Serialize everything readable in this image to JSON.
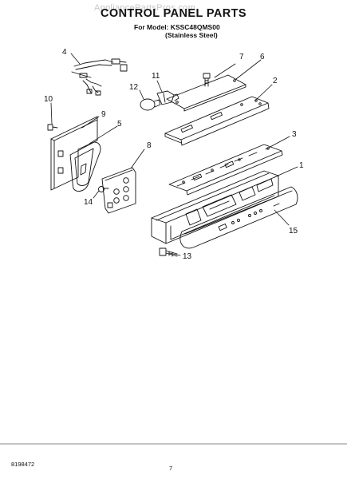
{
  "watermark": "AppliancePartsPros.com",
  "title": "CONTROL PANEL PARTS",
  "model_line": "For Model: KSSC48QMS00",
  "finish_line": "(Stainless Steel)",
  "callouts": [
    "1",
    "2",
    "3",
    "4",
    "5",
    "6",
    "7",
    "8",
    "9",
    "10",
    "11",
    "12",
    "13",
    "14",
    "15"
  ],
  "footer": {
    "doc_number": "8198472",
    "page_number": "7"
  }
}
